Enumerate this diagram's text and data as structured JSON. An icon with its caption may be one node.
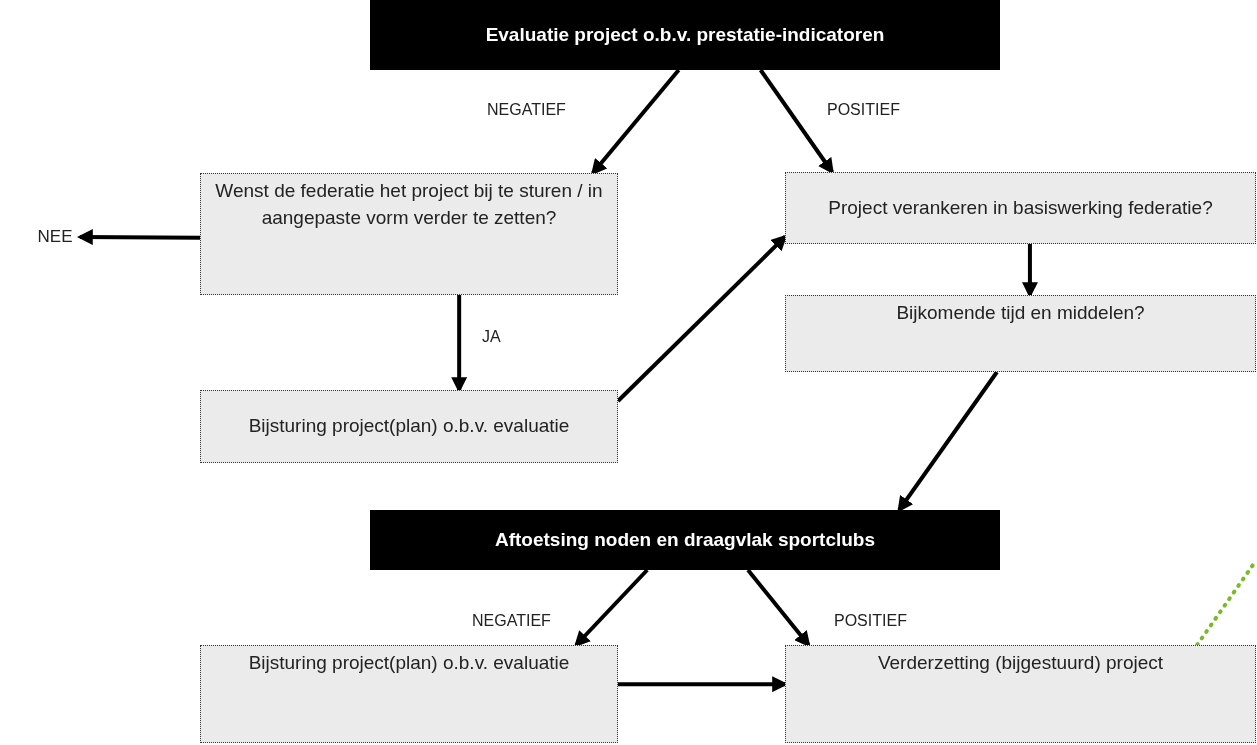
{
  "diagram": {
    "nodes": [
      {
        "text": [
          "Evaluatie project o.b.v. prestatie-indicatoren"
        ]
      },
      {
        "text": [
          "Wenst de federatie het project bij te sturen / in aangepaste vorm verder te zetten?"
        ]
      },
      {
        "text": [
          "Project verankeren in basiswerking federatie?"
        ]
      },
      {
        "text": [
          "NEE"
        ]
      },
      {
        "text": [
          "Bijkomende tijd en middelen?"
        ]
      },
      {
        "text": [
          "Bijsturing project(plan) o.b.v. evaluatie"
        ]
      },
      {
        "text": [
          "Aftoetsing noden en draagvlak sportclubs"
        ]
      },
      {
        "text": [
          "Bijsturing project(plan) o.b.v. evaluatie"
        ]
      },
      {
        "text": [
          "Verderzetting (bijgestuurd) project"
        ]
      }
    ],
    "edges": [
      {
        "from": 0,
        "to": 1,
        "arrow": "to",
        "label": "NEGATIEF"
      },
      {
        "from": 0,
        "to": 2,
        "arrow": "to",
        "label": "POSITIEF"
      },
      {
        "from": 1,
        "to": 3,
        "arrow": "to"
      },
      {
        "from": 1,
        "to": 5,
        "arrow": "to",
        "label": "JA"
      },
      {
        "from": 5,
        "to": 2,
        "arrow": "to"
      },
      {
        "from": 2,
        "to": 4,
        "arrow": "to"
      },
      {
        "from": 4,
        "to": 6,
        "arrow": "to"
      },
      {
        "from": 6,
        "to": 7,
        "arrow": "to",
        "label": "NEGATIEF"
      },
      {
        "from": 6,
        "to": 8,
        "arrow": "to",
        "label": "POSITIEF"
      },
      {
        "from": 7,
        "to": 8,
        "arrow": "to"
      },
      {
        "from": 8,
        "to": null,
        "arrow": "none",
        "style": "dashed",
        "color": "#7ab929"
      }
    ]
  }
}
